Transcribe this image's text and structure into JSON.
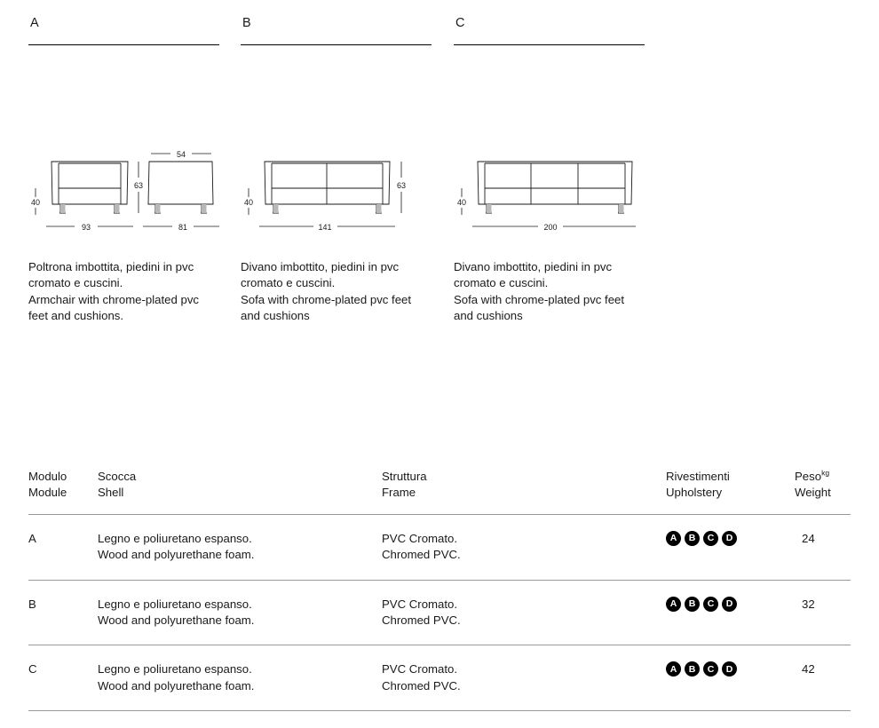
{
  "columns": [
    {
      "letter": "A"
    },
    {
      "letter": "B"
    },
    {
      "letter": "C"
    }
  ],
  "descriptions": [
    {
      "it_line1": "Poltrona imbottita, piedini in pvc",
      "it_line2": "cromato e cuscini.",
      "en_line1": "Armchair with chrome-plated pvc",
      "en_line2": "feet and cushions."
    },
    {
      "it_line1": "Divano imbottito, piedini in pvc",
      "it_line2": "cromato e cuscini.",
      "en_line1": "Sofa with chrome-plated pvc feet",
      "en_line2": "and cushions"
    },
    {
      "it_line1": "Divano imbottito, piedini in pvc",
      "it_line2": "cromato e cuscini.",
      "en_line1": "Sofa with chrome-plated pvc feet",
      "en_line2": "and cushions"
    }
  ],
  "drawings": {
    "a": {
      "front_width": "93",
      "seat_height": "40",
      "side_top_width": "54",
      "side_depth": "81",
      "total_height": "63",
      "cushion_count": 1
    },
    "b": {
      "front_width": "141",
      "seat_height": "40",
      "total_height": "63",
      "cushion_count": 2
    },
    "c": {
      "front_width": "200",
      "seat_height": "40",
      "cushion_count": 3
    }
  },
  "table": {
    "header": {
      "module_it": "Modulo",
      "module_en": "Module",
      "shell_it": "Scocca",
      "shell_en": "Shell",
      "frame_it": "Struttura",
      "frame_en": "Frame",
      "upholstery_it": "Rivestimenti",
      "upholstery_en": "Upholstery",
      "weight_it": "Peso",
      "weight_unit": "kg",
      "weight_en": "Weight"
    },
    "rows": [
      {
        "module": "A",
        "shell_it": "Legno e poliuretano espanso.",
        "shell_en": "Wood and polyurethane foam.",
        "frame_it": "PVC Cromato.",
        "frame_en": "Chromed PVC.",
        "upholstery": [
          "A",
          "B",
          "C",
          "D"
        ],
        "weight": "24"
      },
      {
        "module": "B",
        "shell_it": "Legno e poliuretano espanso.",
        "shell_en": "Wood and polyurethane foam.",
        "frame_it": "PVC Cromato.",
        "frame_en": "Chromed PVC.",
        "upholstery": [
          "A",
          "B",
          "C",
          "D"
        ],
        "weight": "32"
      },
      {
        "module": "C",
        "shell_it": "Legno e poliuretano espanso.",
        "shell_en": "Wood and polyurethane foam.",
        "frame_it": "PVC Cromato.",
        "frame_en": "Chromed PVC.",
        "upholstery": [
          "A",
          "B",
          "C",
          "D"
        ],
        "weight": "42"
      }
    ]
  },
  "colors": {
    "ink": "#1a1a1a",
    "rule": "#9a9a9a",
    "drawing_line": "#1a1a1a",
    "leg_fill": "#b8b8b8",
    "badge_bg": "#000000"
  }
}
